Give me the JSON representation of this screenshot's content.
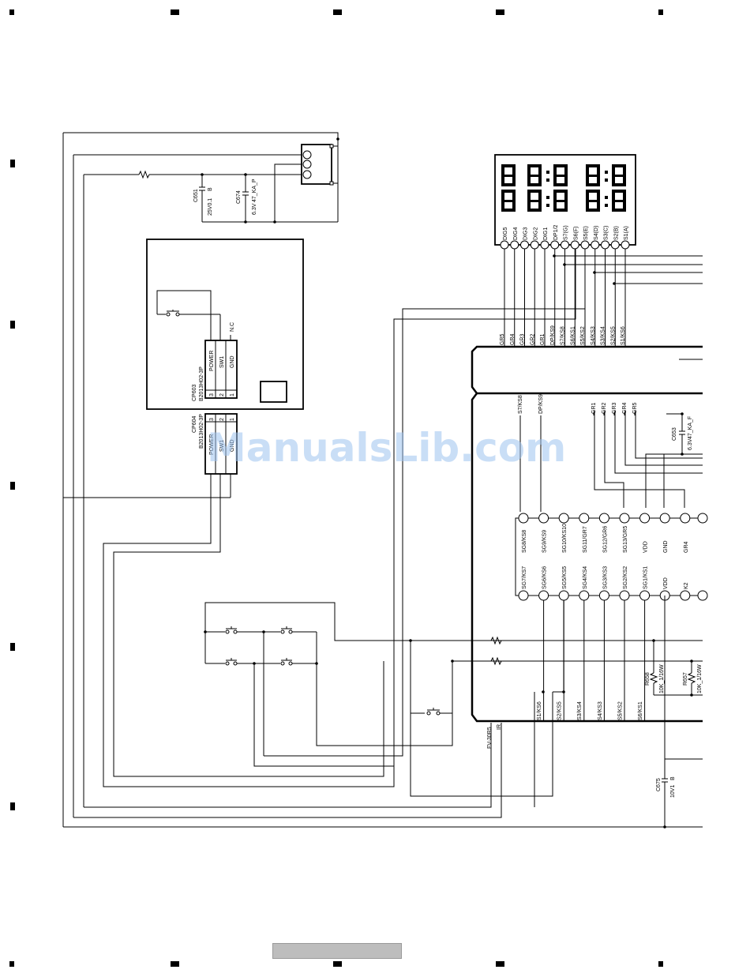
{
  "watermark": "ManualsLib.com",
  "display": {
    "pins": [
      "DIG5",
      "DIG4",
      "DIG3",
      "DIG2",
      "DIG1",
      "DP1/2",
      "S7(G)",
      "S6(F)",
      "S5(E)",
      "S4(D)",
      "S3(C)",
      "S2(B)",
      "S1(A)"
    ]
  },
  "display_nets": [
    "GR5",
    "GR4",
    "GR3",
    "GR2",
    "GR1",
    "DP/KS9",
    "S7/KS8",
    "S6/KS1",
    "S5/KS2",
    "S4/KS3",
    "S3/KS4",
    "S2/KS5",
    "S1/KS6"
  ],
  "bus_labels_top": [
    "S7/KS8",
    "DP/KS9",
    "GR1",
    "GR2",
    "GR3",
    "GR4",
    "GR5"
  ],
  "ic_pins_top": [
    "SG8/KS8",
    "SG9/KS9",
    "SG10/KS10",
    "SG11/GR7",
    "SG12/GR6",
    "SG13/GR5",
    "VDD",
    "GND",
    "GR4"
  ],
  "ic_pins_bottom": [
    "SG7/KS7",
    "SG6/KS6",
    "SG5/KS5",
    "SG4/KS4",
    "SG3/KS3",
    "SG2/KS2",
    "SG1/KS1",
    "VDD",
    "K2"
  ],
  "bus_labels_bottom": [
    "S1/KS6",
    "S2/KS5",
    "S3/KS4",
    "S4/KS3",
    "S5/KS2",
    "S6/KS1"
  ],
  "cp603": {
    "name": "CP603",
    "part": "B2013H02-3P",
    "pins": [
      "3",
      "2",
      "1"
    ],
    "signals": [
      "POWER",
      "SW1",
      "GND"
    ],
    "nc": "N.C"
  },
  "cp604": {
    "name": "CP604",
    "part": "B2013H02-3P",
    "pins": [
      "3",
      "2",
      "1"
    ],
    "signals": [
      "POWER",
      "SW1",
      "GND"
    ]
  },
  "components": {
    "c651": {
      "ref": "C651",
      "value": "25V0.1",
      "type": "B"
    },
    "c674": {
      "ref": "C674",
      "value": "47_KA_P",
      "voltage": "6.3V"
    },
    "c653": {
      "ref": "C653",
      "value": "47_KA_F",
      "voltage": "6.3V"
    },
    "r658": {
      "ref": "R658",
      "value": "10K_1/16W"
    },
    "r657": {
      "ref": "R657",
      "value": "10K_1/16W"
    },
    "c675": {
      "ref": "C675",
      "value": "10V1",
      "type": "B"
    },
    "ir": {
      "ref": "FV-30R5",
      "pin": "IR"
    }
  }
}
